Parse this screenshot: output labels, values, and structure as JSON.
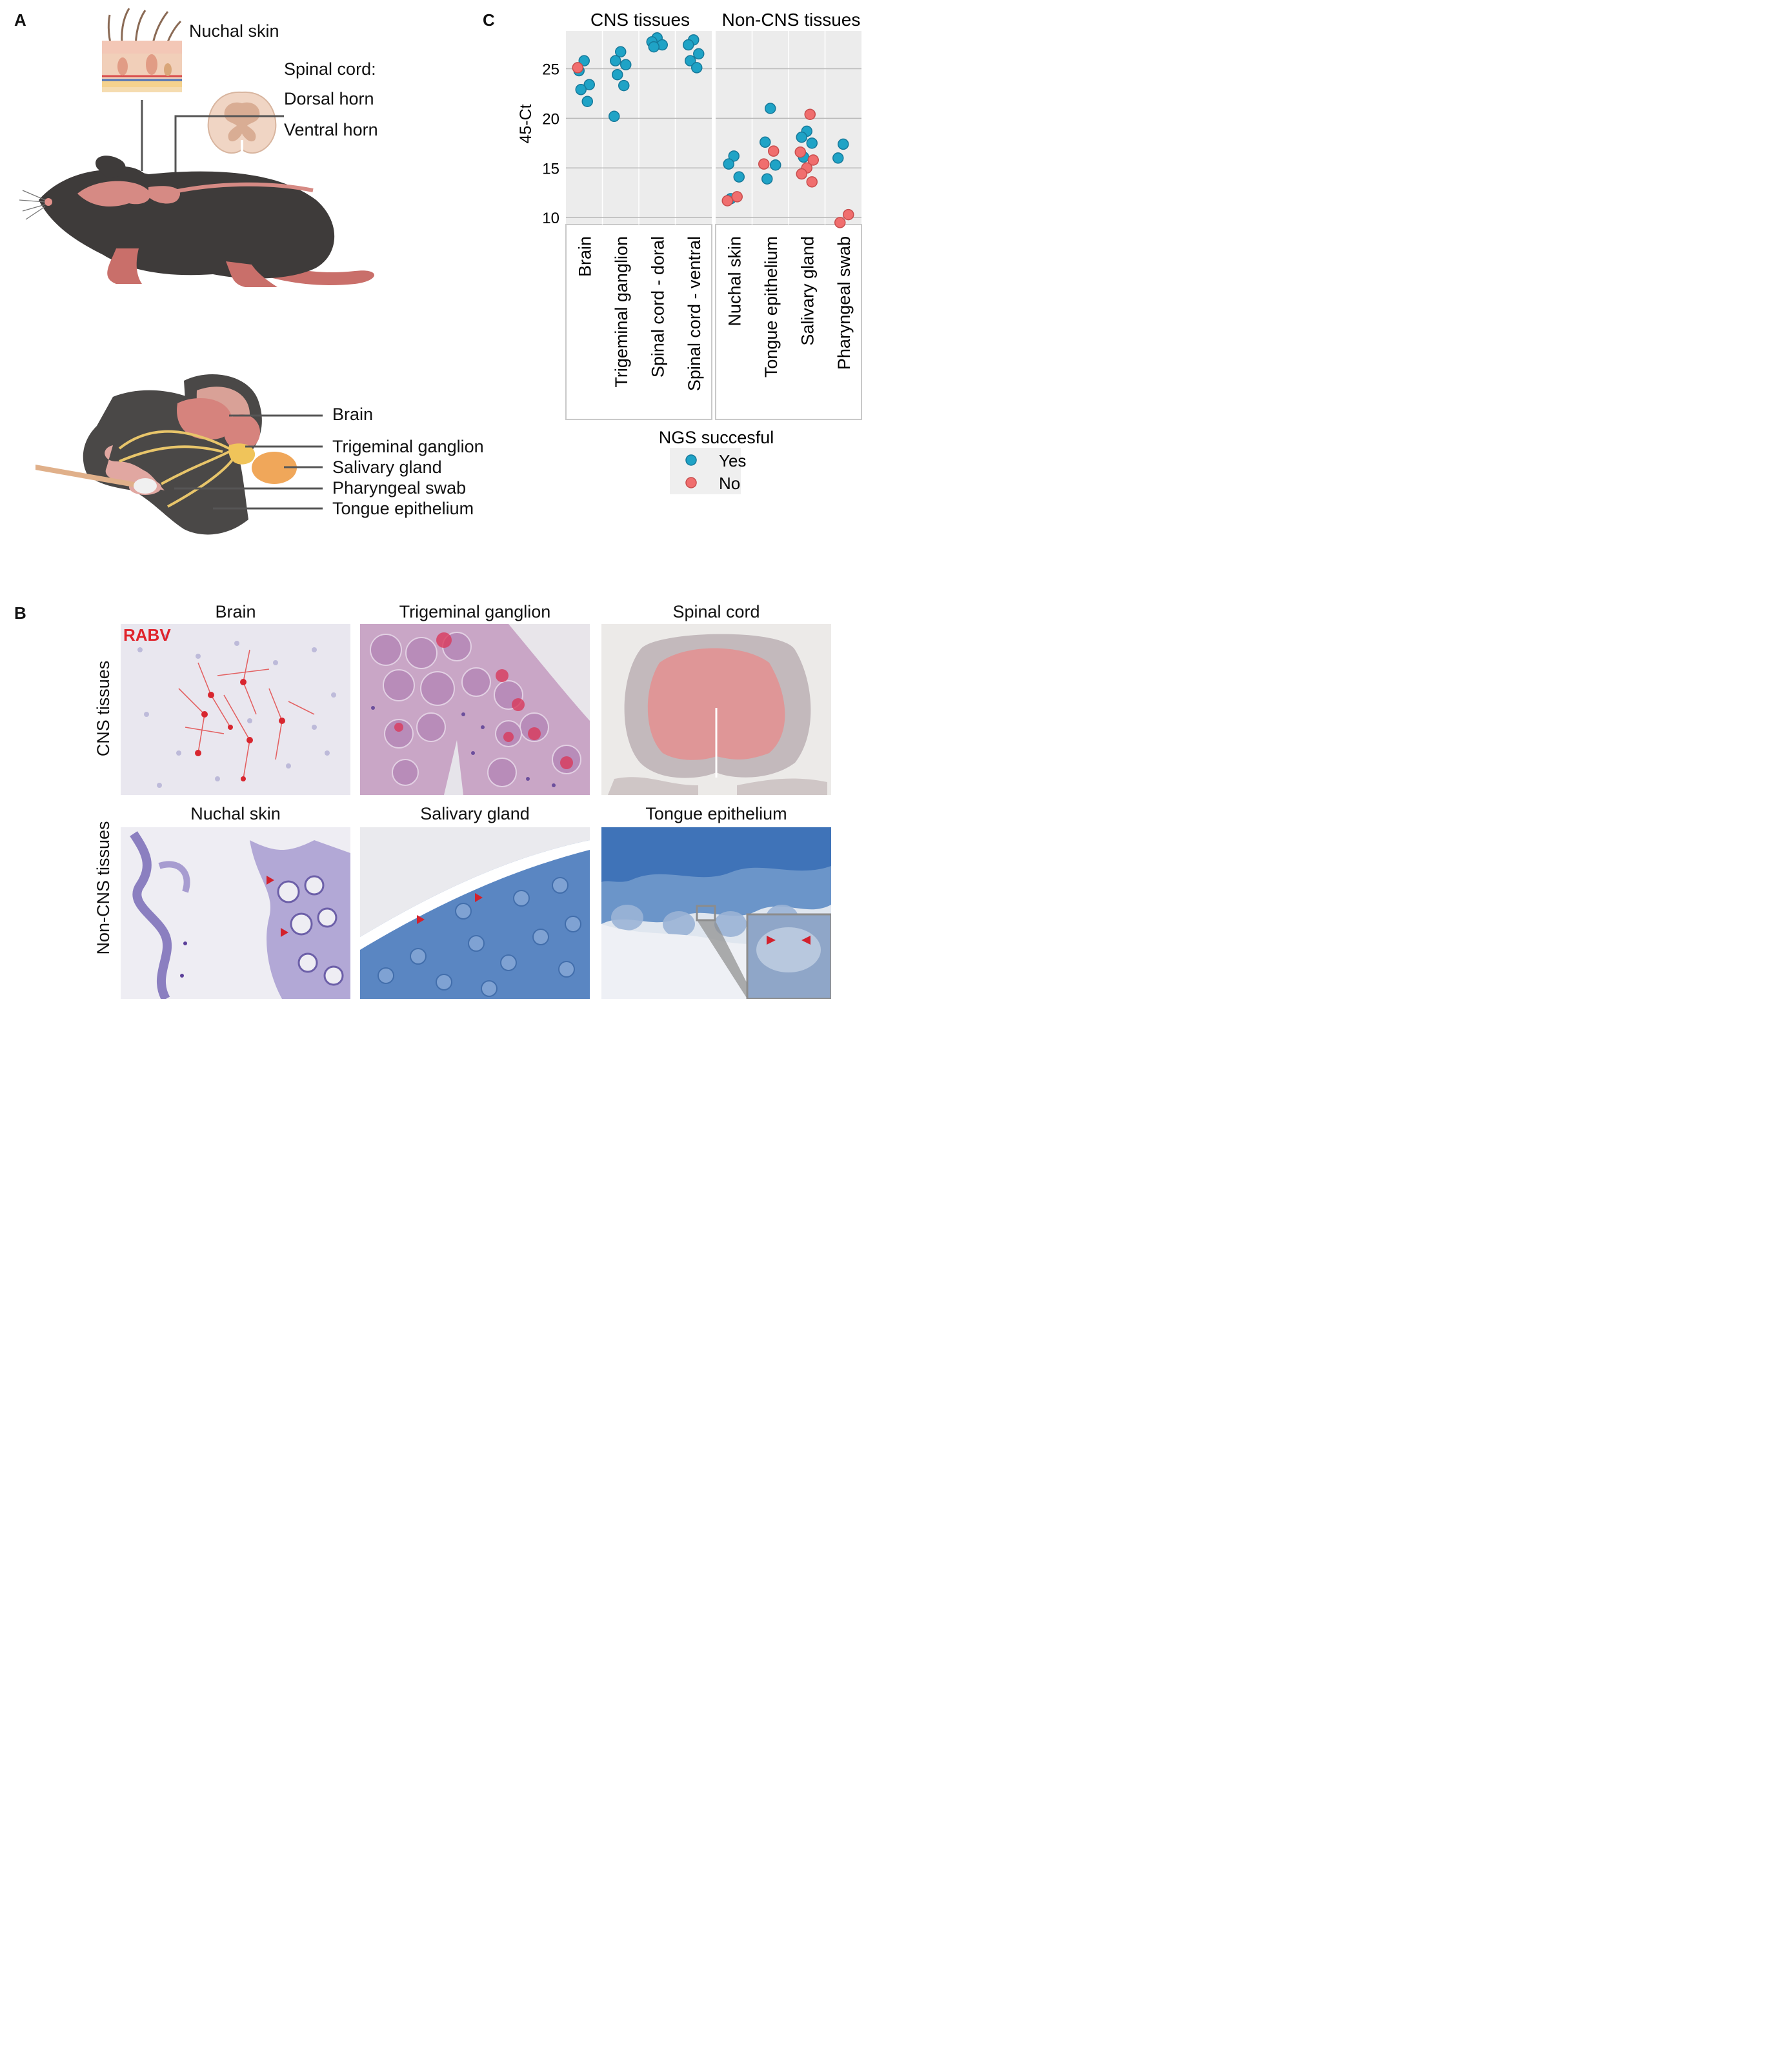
{
  "panel_a": {
    "letter": "A",
    "labels": {
      "nuchal_skin": "Nuchal skin",
      "spinal_cord_title": "Spinal cord:",
      "dorsal_horn": "Dorsal horn",
      "ventral_horn": "Ventral horn",
      "brain": "Brain",
      "trigeminal_ganglion": "Trigeminal ganglion",
      "salivary_gland": "Salivary gland",
      "pharyngeal_swab": "Pharyngeal swab",
      "tongue_epithelium": "Tongue epithelium"
    }
  },
  "panel_b": {
    "letter": "B",
    "row_labels": [
      "CNS tissues",
      "Non-CNS tissues"
    ],
    "stain_label": "RABV",
    "tiles": [
      {
        "title": "Brain"
      },
      {
        "title": "Trigeminal ganglion"
      },
      {
        "title": "Spinal cord"
      },
      {
        "title": "Nuchal skin"
      },
      {
        "title": "Salivary gland"
      },
      {
        "title": "Tongue epithelium"
      }
    ]
  },
  "panel_c": {
    "letter": "C",
    "facet_labels": [
      "CNS tissues",
      "Non-CNS tissues"
    ],
    "legend_title": "NGS succesful",
    "legend_items": [
      {
        "label": "Yes",
        "color": "#1fa3c6"
      },
      {
        "label": "No",
        "color": "#f06e6e"
      }
    ]
  },
  "chart_data": {
    "type": "scatter",
    "title": "",
    "xlabel": "",
    "ylabel": "45-Ct",
    "ylim": [
      9.3,
      28.8
    ],
    "yticks": [
      10,
      15,
      20,
      25
    ],
    "grid": true,
    "legend_position": "bottom",
    "categories": [
      "Brain",
      "Trigeminal ganglion",
      "Spinal cord - doral",
      "Spinal cord - ventral",
      "Nuchal skin",
      "Tongue epithelium",
      "Salivary gland",
      "Pharyngeal swab"
    ],
    "facets": [
      {
        "label": "CNS tissues",
        "categories": [
          "Brain",
          "Trigeminal ganglion",
          "Spinal cord - doral",
          "Spinal cord - ventral"
        ]
      },
      {
        "label": "Non-CNS tissues",
        "categories": [
          "Nuchal skin",
          "Tongue epithelium",
          "Salivary gland",
          "Pharyngeal swab"
        ]
      }
    ],
    "series": [
      {
        "name": "Yes",
        "color": "#1fa3c6",
        "points": [
          {
            "category": "Brain",
            "y": 25.8
          },
          {
            "category": "Brain",
            "y": 24.8
          },
          {
            "category": "Brain",
            "y": 23.4
          },
          {
            "category": "Brain",
            "y": 22.9
          },
          {
            "category": "Brain",
            "y": 21.7
          },
          {
            "category": "Trigeminal ganglion",
            "y": 26.7
          },
          {
            "category": "Trigeminal ganglion",
            "y": 25.8
          },
          {
            "category": "Trigeminal ganglion",
            "y": 25.4
          },
          {
            "category": "Trigeminal ganglion",
            "y": 24.4
          },
          {
            "category": "Trigeminal ganglion",
            "y": 23.3
          },
          {
            "category": "Trigeminal ganglion",
            "y": 20.2
          },
          {
            "category": "Spinal cord - doral",
            "y": 28.1
          },
          {
            "category": "Spinal cord - doral",
            "y": 27.7
          },
          {
            "category": "Spinal cord - doral",
            "y": 27.4
          },
          {
            "category": "Spinal cord - doral",
            "y": 27.2
          },
          {
            "category": "Spinal cord - ventral",
            "y": 27.9
          },
          {
            "category": "Spinal cord - ventral",
            "y": 27.4
          },
          {
            "category": "Spinal cord - ventral",
            "y": 26.5
          },
          {
            "category": "Spinal cord - ventral",
            "y": 25.8
          },
          {
            "category": "Spinal cord - ventral",
            "y": 25.1
          },
          {
            "category": "Nuchal skin",
            "y": 16.2
          },
          {
            "category": "Nuchal skin",
            "y": 15.4
          },
          {
            "category": "Nuchal skin",
            "y": 14.1
          },
          {
            "category": "Nuchal skin",
            "y": 11.9
          },
          {
            "category": "Tongue epithelium",
            "y": 21.0
          },
          {
            "category": "Tongue epithelium",
            "y": 17.6
          },
          {
            "category": "Tongue epithelium",
            "y": 15.3
          },
          {
            "category": "Tongue epithelium",
            "y": 13.9
          },
          {
            "category": "Salivary gland",
            "y": 18.7
          },
          {
            "category": "Salivary gland",
            "y": 18.1
          },
          {
            "category": "Salivary gland",
            "y": 17.5
          },
          {
            "category": "Salivary gland",
            "y": 16.1
          },
          {
            "category": "Pharyngeal swab",
            "y": 17.4
          },
          {
            "category": "Pharyngeal swab",
            "y": 16.0
          }
        ]
      },
      {
        "name": "No",
        "color": "#f06e6e",
        "points": [
          {
            "category": "Brain",
            "y": 25.1
          },
          {
            "category": "Nuchal skin",
            "y": 12.1
          },
          {
            "category": "Nuchal skin",
            "y": 11.7
          },
          {
            "category": "Tongue epithelium",
            "y": 16.7
          },
          {
            "category": "Tongue epithelium",
            "y": 15.4
          },
          {
            "category": "Salivary gland",
            "y": 20.4
          },
          {
            "category": "Salivary gland",
            "y": 16.6
          },
          {
            "category": "Salivary gland",
            "y": 15.8
          },
          {
            "category": "Salivary gland",
            "y": 15.0
          },
          {
            "category": "Salivary gland",
            "y": 14.4
          },
          {
            "category": "Salivary gland",
            "y": 13.6
          },
          {
            "category": "Pharyngeal swab",
            "y": 10.3
          },
          {
            "category": "Pharyngeal swab",
            "y": 9.5
          }
        ]
      }
    ]
  }
}
